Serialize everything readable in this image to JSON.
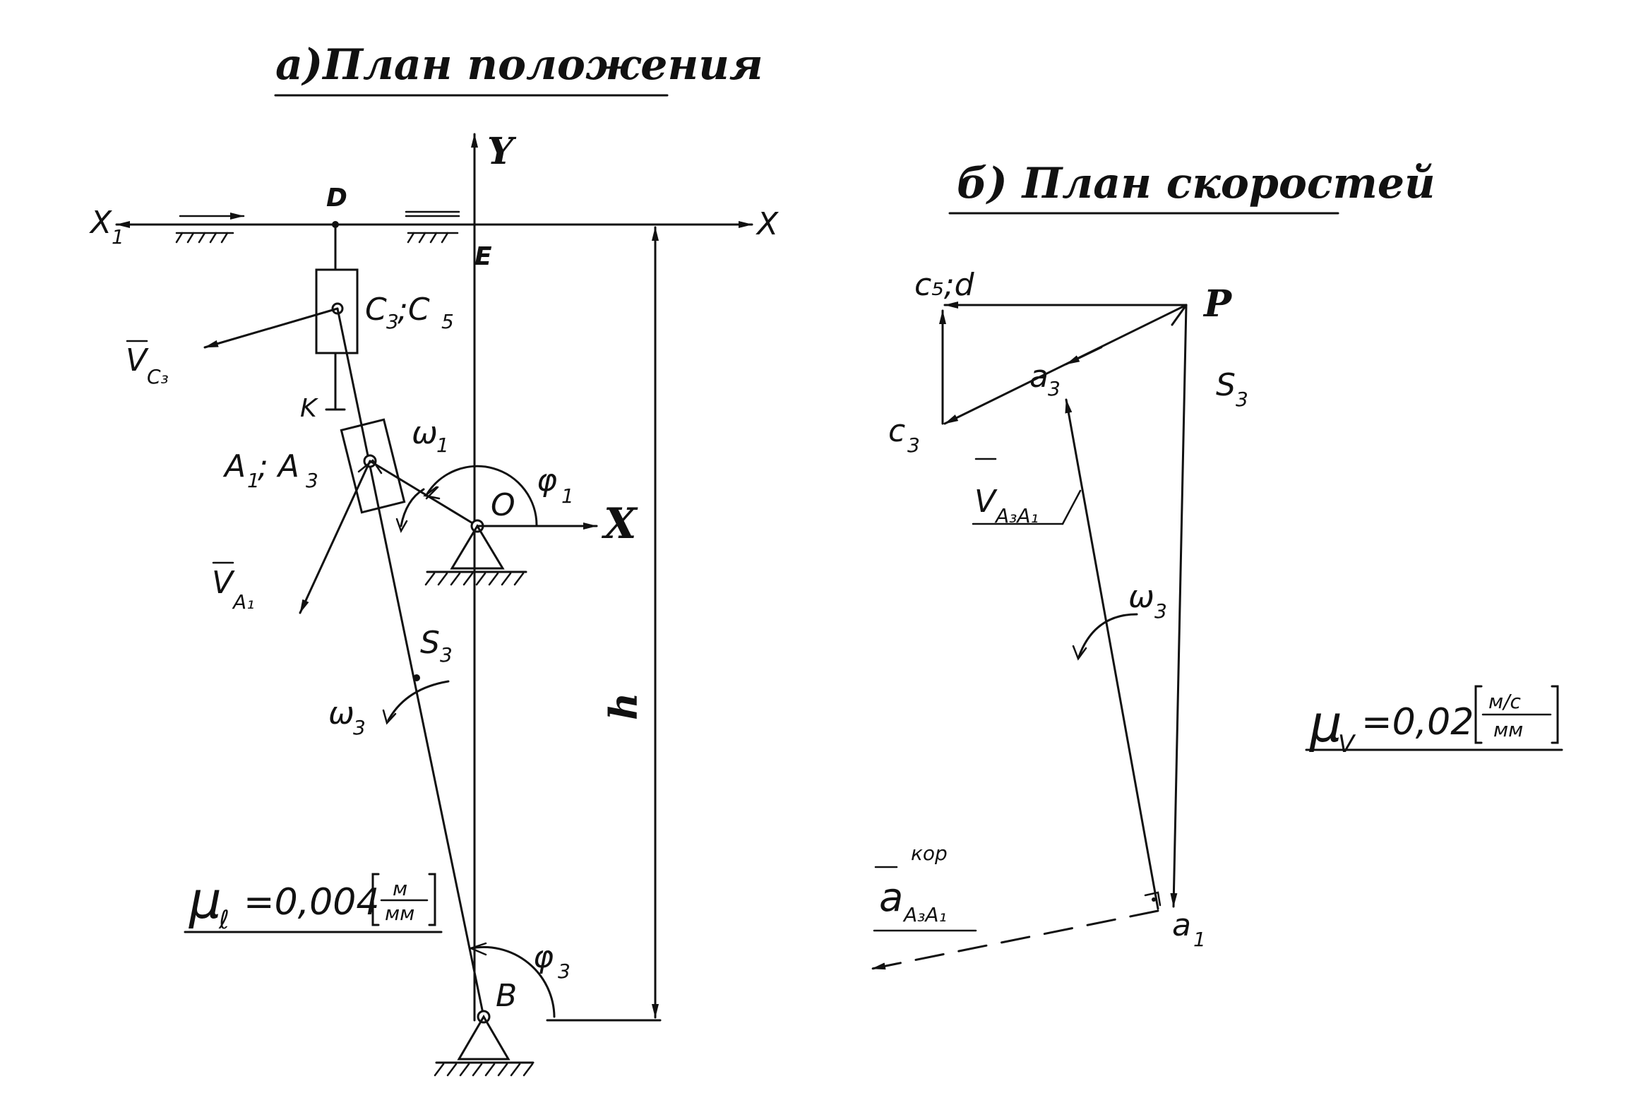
{
  "titles": {
    "position_plan": "а)План положения",
    "velocity_plan": "б) План скоростей"
  },
  "position_plan": {
    "axis_y": "Y",
    "axis_x1": "X",
    "axis_x1_sub": "1",
    "axis_x_top": "X",
    "axis_x_crank": "X",
    "point_D": "D",
    "point_E": "E",
    "point_K": "K",
    "point_O": "O",
    "point_B": "B",
    "slider_C": "C",
    "slider_C_sub1": "3",
    "slider_C_sep": ";C",
    "slider_C_sub2": "5",
    "slider_A": "A",
    "slider_A_sub1": "1",
    "slider_A_sep": "; A",
    "slider_A_sub2": "3",
    "omega1": "ω",
    "omega1_sub": "1",
    "phi1": "φ",
    "phi1_sub": "1",
    "omega3": "ω",
    "omega3_sub": "3",
    "phi3": "φ",
    "phi3_sub": "3",
    "s3": "S",
    "s3_sub": "3",
    "v_c3": "V",
    "v_c3_sub": "C₃",
    "v_a1": "V",
    "v_a1_sub": "A₁",
    "h": "h",
    "scale": "μ",
    "scale_sub": "ℓ",
    "scale_value": "=0,004",
    "scale_unit_num": "м",
    "scale_unit_den": "мм"
  },
  "velocity_plan": {
    "pole": "P",
    "c5d": "c₅;d",
    "a3": "a",
    "a3_sub": "3",
    "s3": "S",
    "s3_sub": "3",
    "c3": "c",
    "c3_sub": "3",
    "a1": "a",
    "a1_sub": "1",
    "v_a3a1": "V",
    "v_a3a1_sub": "A₃A₁",
    "omega3": "ω",
    "omega3_sub": "3",
    "coriolis": "a",
    "coriolis_sub": "A₃A₁",
    "coriolis_sup": "кор",
    "scale": "μ",
    "scale_sub": "V",
    "scale_value": "=0,02",
    "scale_unit_num": "м/с",
    "scale_unit_den": "мм"
  }
}
